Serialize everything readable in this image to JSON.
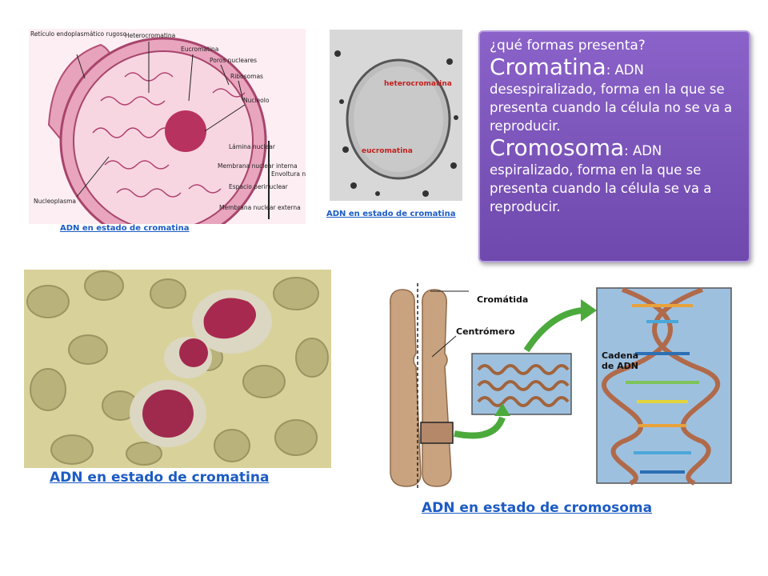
{
  "captions": {
    "cell_diagram": "ADN en estado de cromatina",
    "micrograph": "ADN en estado de cromatina",
    "blood_smear": "ADN en estado de cromatina",
    "chromosome": "ADN en estado de cromosoma"
  },
  "info_panel": {
    "question": "¿qué formas presenta?",
    "cromatina_term": "Cromatina",
    "cromatina_def": ": ADN desespiralizado, forma en la que se presenta cuando la célula no se va a reproducir.",
    "cromosoma_term": "Cromosoma",
    "cromosoma_def": ": ADN espiralizado, forma en la que se presenta cuando la célula se va a reproducir."
  },
  "cell_labels": {
    "reticulo": "Retículo endoplasmático rugoso",
    "heterocromatina": "Heterocromatina",
    "eucromatina": "Eucromatina",
    "poros": "Poros nucleares",
    "ribosomas": "Ribosomas",
    "nucleolo": "Nucleolo",
    "lamina": "Lámina nuclear",
    "membrana_interna": "Membrana nuclear interna",
    "espacio": "Espacio perinuclear",
    "membrana_externa": "Membrana nuclear externa",
    "envoltura": "Envoltura nuclear",
    "nucleoplasma": "Nucleoplasma"
  },
  "micrograph_labels": {
    "hetero": "heterocromatina",
    "eu": "eucromatina"
  },
  "chromosome_labels": {
    "cromatida": "Cromátida",
    "centromero": "Centrómero",
    "cadena": "Cadena de ADN"
  },
  "colors": {
    "link": "#1c5bc4",
    "panel": "#7a55b8",
    "chromosome": "#c9a37f",
    "arrow": "#4caa3c"
  }
}
